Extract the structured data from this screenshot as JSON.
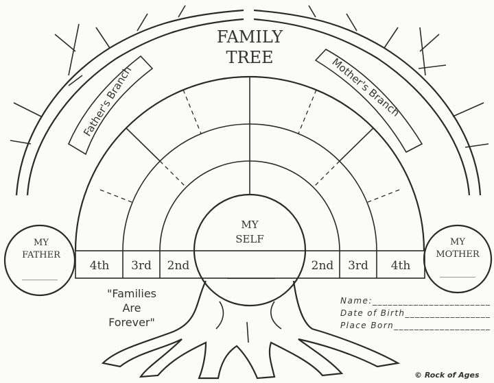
{
  "title": {
    "line1": "FAMILY",
    "line2": "TREE"
  },
  "banners": {
    "father": "Father's Branch",
    "mother": "Mother's Branch"
  },
  "self": {
    "line1": "MY",
    "line2": "SELF",
    "blank": "__________"
  },
  "father": {
    "line1": "MY",
    "line2": "FATHER",
    "blank": "________"
  },
  "mother": {
    "line1": "MY",
    "line2": "MOTHER",
    "blank": "________"
  },
  "generations_left": [
    "4th",
    "3rd",
    "2nd"
  ],
  "generations_right": [
    "2nd",
    "3rd",
    "4th"
  ],
  "motto": {
    "line1": "\"Families",
    "line2": "Are",
    "line3": "Forever\""
  },
  "form": {
    "name": "Name:_______________________",
    "dob": "Date of Birth_________________",
    "place": "Place Born___________________"
  },
  "copyright": "© Rock of Ages"
}
